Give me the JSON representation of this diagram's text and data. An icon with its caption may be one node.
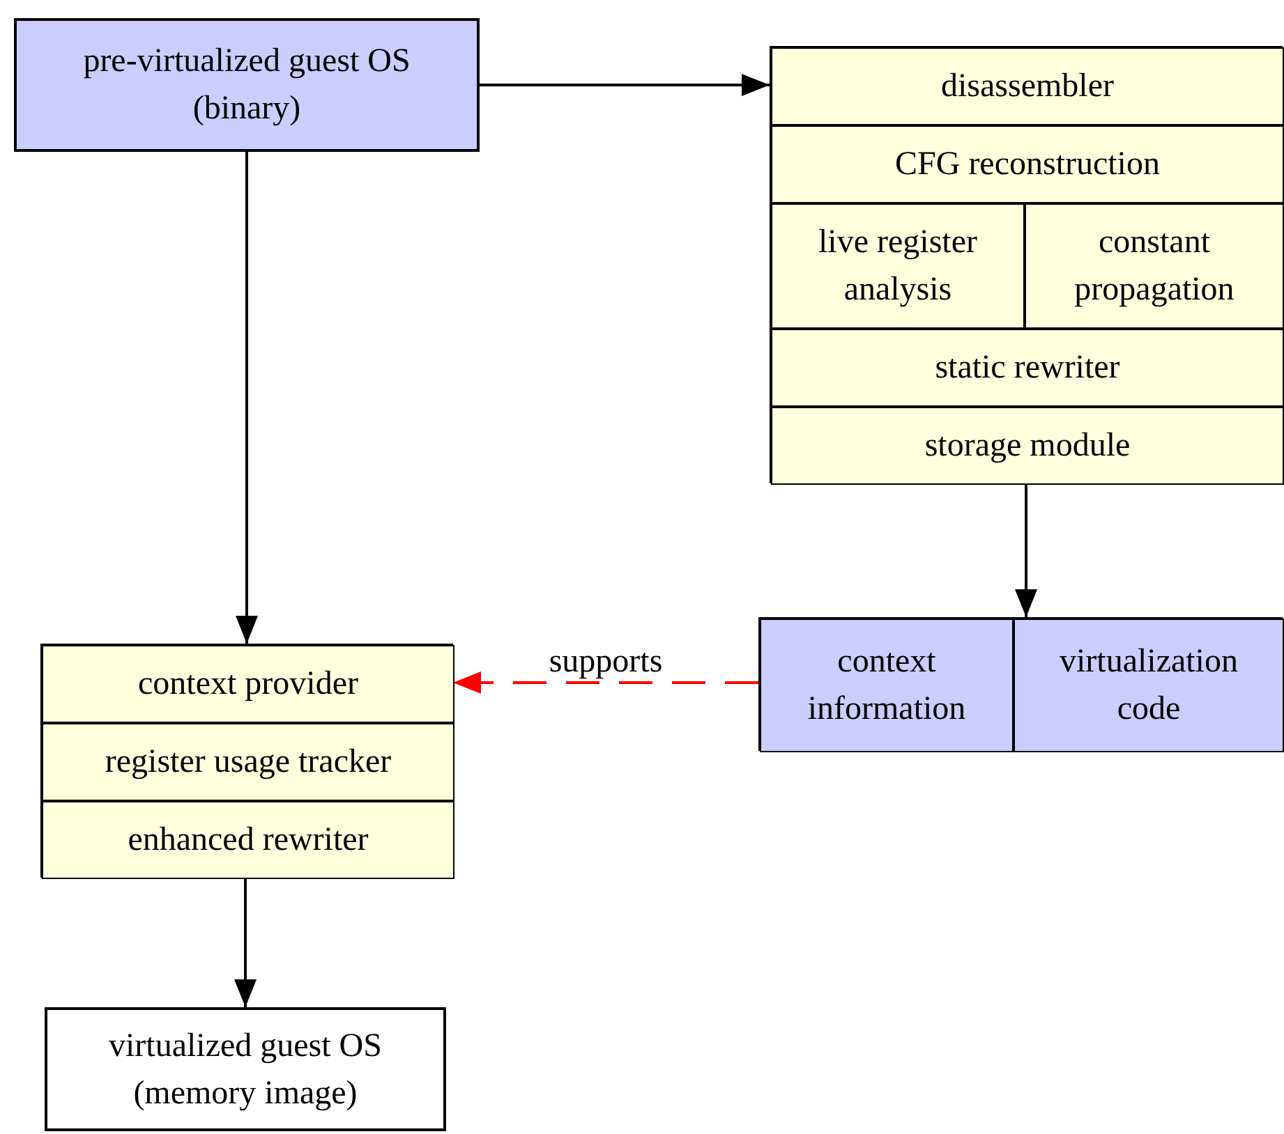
{
  "diagram": {
    "nodes": [
      {
        "text": [
          "pre-virtualized guest OS (binary)"
        ]
      },
      {
        "text": [],
        "shape": "box"
      },
      {
        "text": [
          "disassembler"
        ],
        "in": 1
      },
      {
        "text": [
          "CFG reconstruction"
        ],
        "in": 1
      },
      {
        "text": [
          "live register analysis"
        ],
        "in": 1
      },
      {
        "text": [
          "constant propagation"
        ],
        "in": 1
      },
      {
        "text": [
          "static rewriter"
        ],
        "in": 1
      },
      {
        "text": [
          "storage module"
        ],
        "in": 1
      },
      {
        "text": [],
        "shape": "box"
      },
      {
        "text": [
          "context provider"
        ],
        "in": 8
      },
      {
        "text": [
          "register usage tracker"
        ],
        "in": 8
      },
      {
        "text": [
          "enhanced rewriter"
        ],
        "in": 8
      },
      {
        "text": [],
        "shape": "box"
      },
      {
        "text": [
          "context information"
        ],
        "in": 12
      },
      {
        "text": [
          "virtualization code"
        ],
        "in": 12
      },
      {
        "text": [
          "virtualized guest OS (memory image)"
        ]
      }
    ],
    "edges": [
      {
        "from": 0,
        "to": 1,
        "arrow": "to"
      },
      {
        "from": 0,
        "to": 8,
        "arrow": "to"
      },
      {
        "from": 1,
        "to": 12,
        "arrow": "to"
      },
      {
        "from": 12,
        "to": 8,
        "arrow": "to",
        "label": "supports",
        "style": "dashed",
        "color": "#ff0000"
      },
      {
        "from": 8,
        "to": 15,
        "arrow": "to"
      }
    ]
  }
}
